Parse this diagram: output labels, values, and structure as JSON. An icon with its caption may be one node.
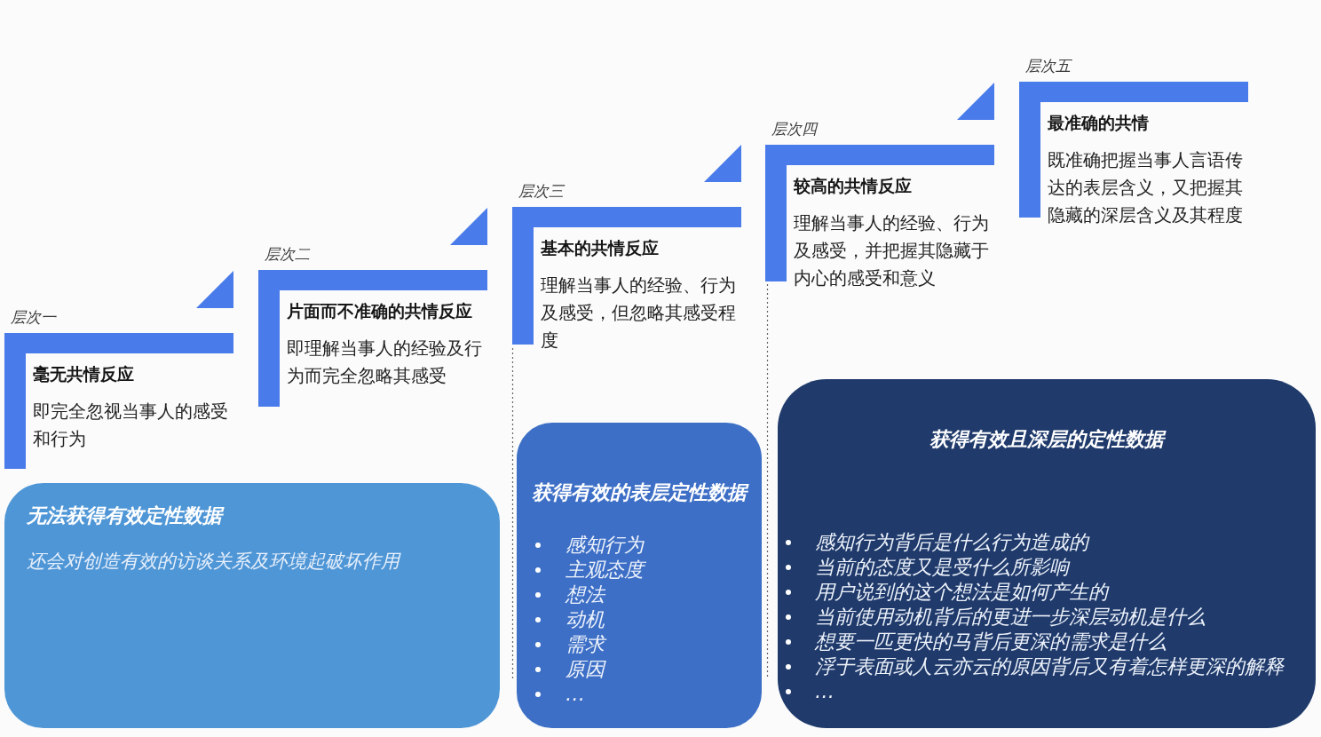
{
  "diagram": {
    "nodes": [
      {
        "text": [
          "层次一",
          "毫无共情反应",
          "即完全忽视当事人的感受和行为"
        ]
      },
      {
        "text": [
          "层次二",
          "片面而不准确的共情反应",
          "即理解当事人的经验及行为而完全忽略其感受"
        ]
      },
      {
        "text": [
          "层次三",
          "基本的共情反应",
          "理解当事人的经验、行为及感受，但忽略其感受程度"
        ]
      },
      {
        "text": [
          "层次四",
          "较高的共情反应",
          "理解当事人的经验、行为及感受，并把握其隐藏于内心的感受和意义"
        ]
      },
      {
        "text": [
          "层次五",
          "最准确的共情",
          "既准确把握当事人言语传达的表层含义，又把握其隐藏的深层含义及其程度"
        ]
      },
      {
        "text": [
          "无法获得有效定性数据",
          "还会对创造有效的访谈关系及环境起破坏作用"
        ]
      },
      {
        "text": [
          "获得有效的表层定性数据",
          "感知行为",
          "主观态度",
          "想法",
          "动机",
          "需求",
          "原因",
          "…"
        ]
      },
      {
        "text": [
          "获得有效且深层的定性数据",
          "感知行为背后是什么行为造成的",
          "当前的态度又是受什么所影响",
          "用户说到的这个想法是如何产生的",
          "当前使用动机背后的更进一步深层动机是什么",
          "想要一匹更快的马背后更深的需求是什么",
          "浮于表面或人云亦云的原因背后又有着怎样更深的解释",
          "…"
        ]
      }
    ]
  }
}
